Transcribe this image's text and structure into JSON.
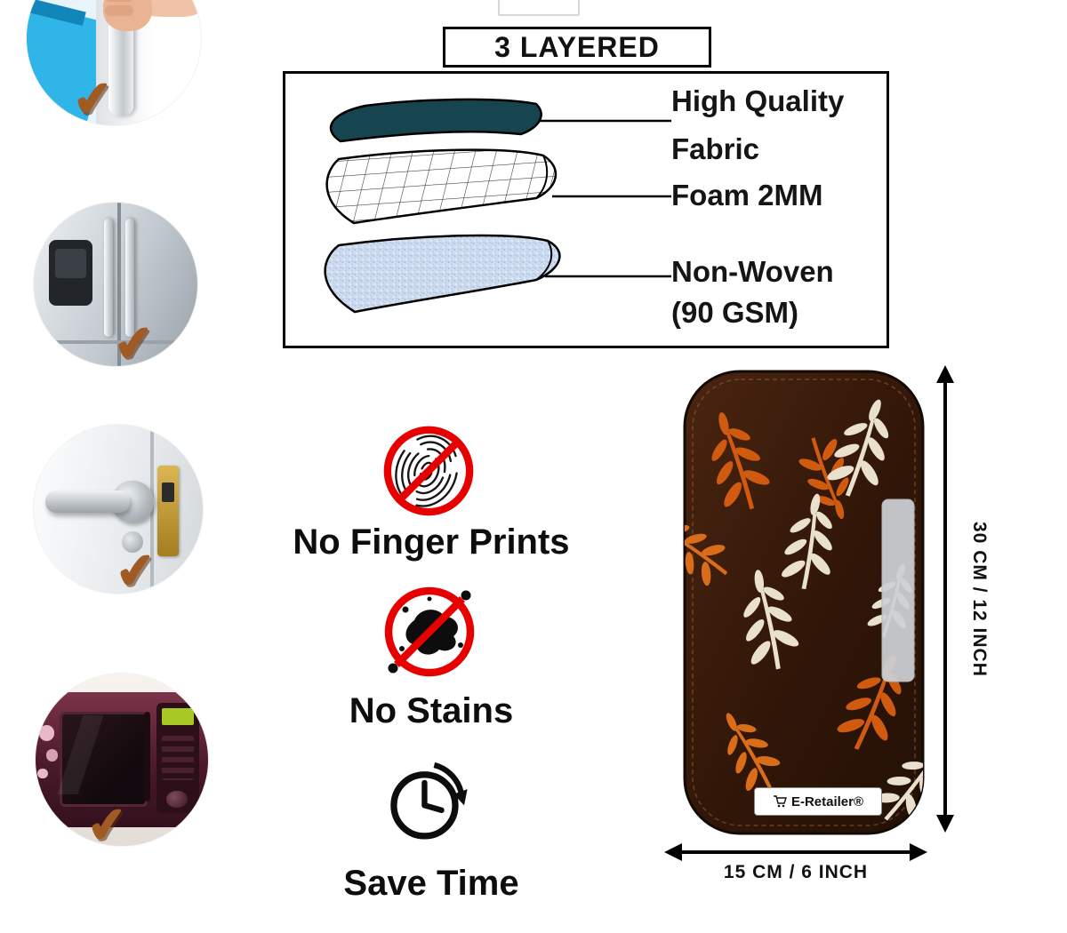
{
  "header": {
    "title": "3 LAYERED"
  },
  "layer_diagram": {
    "layers": [
      {
        "name": "fabric-layer",
        "label_line1": "High Quality",
        "label_line2": "Fabric",
        "color": "#17454f"
      },
      {
        "name": "foam-layer",
        "label_line1": "Foam 2MM",
        "label_line2": "",
        "color": "#ffffff"
      },
      {
        "name": "nonwoven-layer",
        "label_line1": "Non-Woven",
        "label_line2": "(90 GSM)",
        "color": "#cfdcf0"
      }
    ]
  },
  "features": [
    {
      "icon": "no-fingerprint-icon",
      "label": "No Finger Prints"
    },
    {
      "icon": "no-stains-icon",
      "label": "No Stains"
    },
    {
      "icon": "save-time-clock-icon",
      "label": "Save Time"
    }
  ],
  "product": {
    "brand_badge": "E-Retailer®",
    "height_dimension": "30 CM / 12 INCH",
    "width_dimension": "15 CM / 6 INCH",
    "colors": {
      "cover_base": "#331708",
      "leaf_orange": "#cf5a10",
      "leaf_cream": "#e9e0ce",
      "velcro_strip": "#ccd1d5"
    }
  },
  "gallery_photos": [
    {
      "name": "fridge-handle-photo"
    },
    {
      "name": "steel-refrigerator-photo"
    },
    {
      "name": "door-handle-photo"
    },
    {
      "name": "microwave-photo"
    }
  ],
  "check_glyph": "✔",
  "accent_colors": {
    "prohibition_red": "#e60000",
    "check_brown": "#a05a24",
    "outline_black": "#000000"
  }
}
